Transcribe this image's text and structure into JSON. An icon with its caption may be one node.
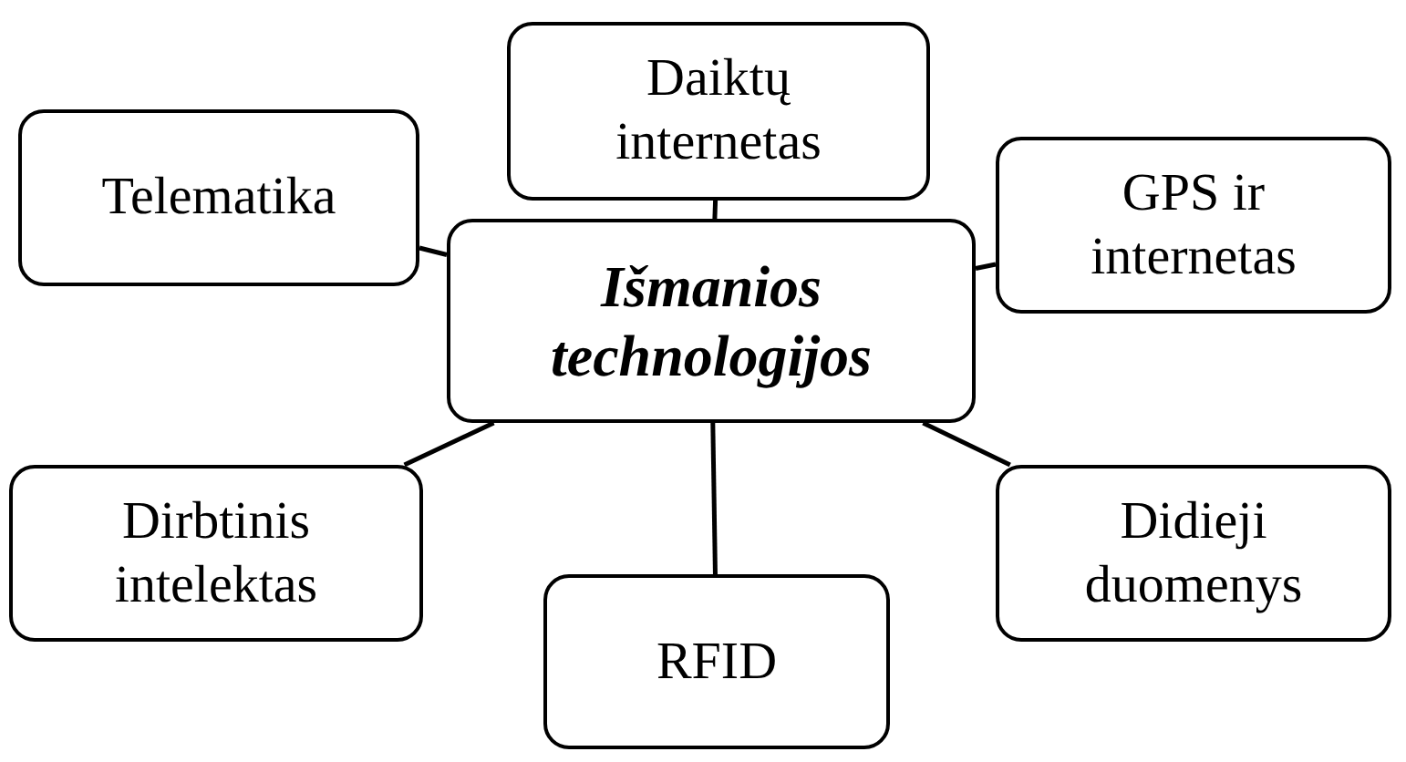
{
  "diagram": {
    "nodes": [
      {
        "text": [
          "Išmanios technologijos"
        ]
      },
      {
        "text": [
          "Daiktų internetas"
        ]
      },
      {
        "text": [
          "Telematika"
        ]
      },
      {
        "text": [
          "GPS ir internetas"
        ]
      },
      {
        "text": [
          "Dirbtinis intelektas"
        ]
      },
      {
        "text": [
          "Didieji duomenys"
        ]
      },
      {
        "text": [
          "RFID"
        ]
      }
    ],
    "edges": [
      {
        "from": 0,
        "to": 1,
        "arrow": "none"
      },
      {
        "from": 0,
        "to": 2,
        "arrow": "none"
      },
      {
        "from": 0,
        "to": 3,
        "arrow": "none"
      },
      {
        "from": 0,
        "to": 4,
        "arrow": "none"
      },
      {
        "from": 0,
        "to": 5,
        "arrow": "none"
      },
      {
        "from": 0,
        "to": 6,
        "arrow": "none"
      }
    ]
  }
}
